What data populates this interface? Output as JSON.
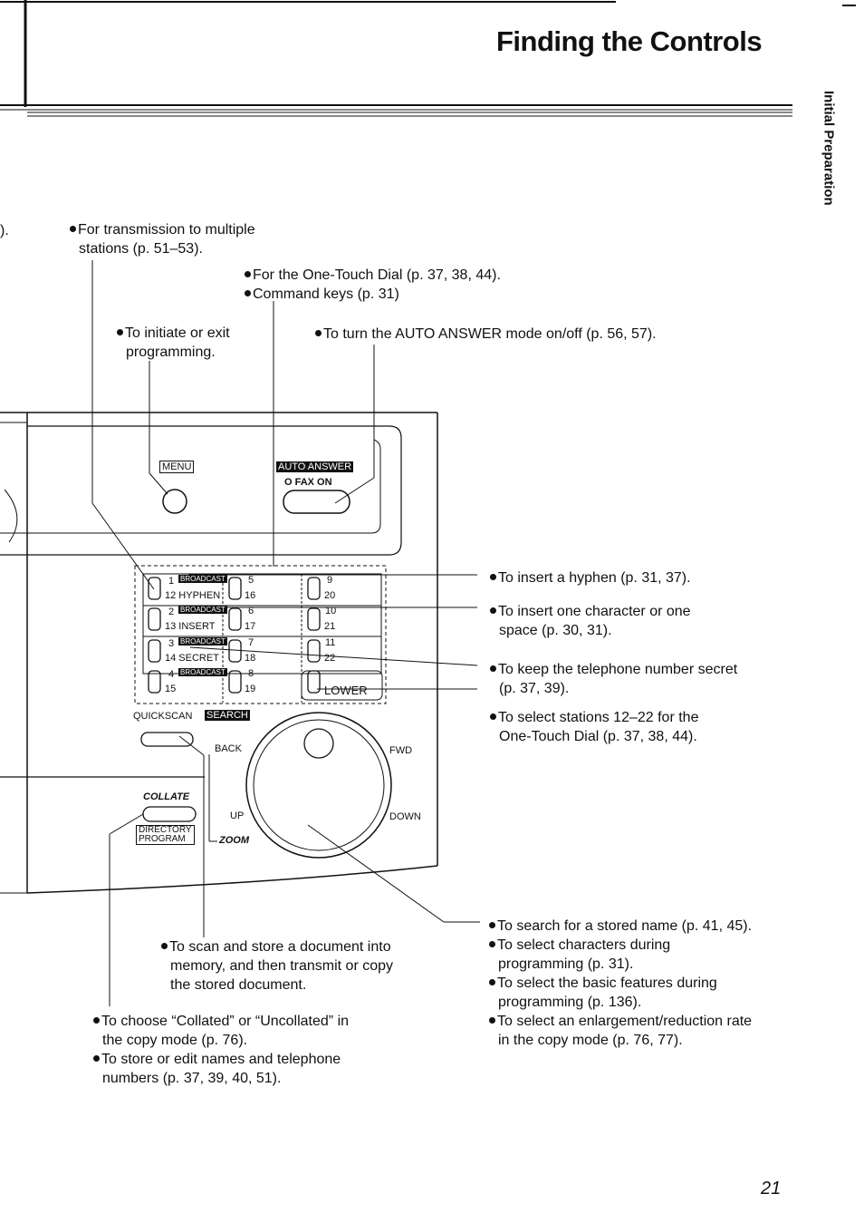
{
  "page_title": "Finding the Controls",
  "side_tab": "Initial Preparation",
  "page_number": "21",
  "margin_mark": ").",
  "panel": {
    "menu": "MENU",
    "auto_answer": "AUTO ANSWER",
    "fax_on": "O FAX ON",
    "broadcast": "BROADCAST",
    "keys": [
      {
        "num": "1",
        "sub": "12 HYPHEN"
      },
      {
        "num": "2",
        "sub": "13 INSERT"
      },
      {
        "num": "3",
        "sub": "14 SECRET"
      },
      {
        "num": "4",
        "sub": "15"
      },
      {
        "num": "5",
        "sub": "16"
      },
      {
        "num": "6",
        "sub": "17"
      },
      {
        "num": "7",
        "sub": "18"
      },
      {
        "num": "8",
        "sub": "19"
      },
      {
        "num": "9",
        "sub": "20"
      },
      {
        "num": "10",
        "sub": "21"
      },
      {
        "num": "11",
        "sub": "22"
      },
      {
        "num": "",
        "sub": "LOWER"
      }
    ],
    "quickscan": "QUICKSCAN",
    "search": "SEARCH",
    "back": "BACK",
    "fwd": "FWD",
    "up": "UP",
    "down": "DOWN",
    "zoom": "ZOOM",
    "collate": "COLLATE",
    "directory": "DIRECTORY",
    "program": "PROGRAM"
  },
  "notes": {
    "broadcast": [
      "For transmission to multiple",
      "stations (p. 51–53)."
    ],
    "onetouch": [
      "For the One-Touch Dial (p. 37, 38, 44).",
      "Command keys (p. 31)"
    ],
    "menu": [
      "To initiate or exit",
      "programming."
    ],
    "autoanswer": [
      "To turn the AUTO ANSWER mode on/off (p. 56, 57)."
    ],
    "hyphen": [
      "To insert a hyphen (p. 31, 37)."
    ],
    "insert": [
      "To insert one character or one",
      "space (p. 30, 31)."
    ],
    "secret": [
      "To keep the telephone number secret",
      "(p. 37, 39)."
    ],
    "lower": [
      "To select stations 12–22 for the",
      "One-Touch Dial (p. 37, 38, 44)."
    ],
    "jog": [
      "To search for a stored name (p. 41, 45).",
      "To select characters during",
      "programming (p. 31).",
      "To select the basic features during",
      "programming (p. 136).",
      "To select an enlargement/reduction rate",
      "in the copy mode (p. 76, 77)."
    ],
    "quickscan": [
      "To scan and store a document into",
      "memory, and then transmit or copy",
      "the stored document."
    ],
    "collate": [
      "To choose “Collated” or “Uncollated” in",
      "the copy mode (p. 76).",
      "To store or edit names and telephone",
      "numbers (p. 37, 39, 40, 51)."
    ]
  }
}
